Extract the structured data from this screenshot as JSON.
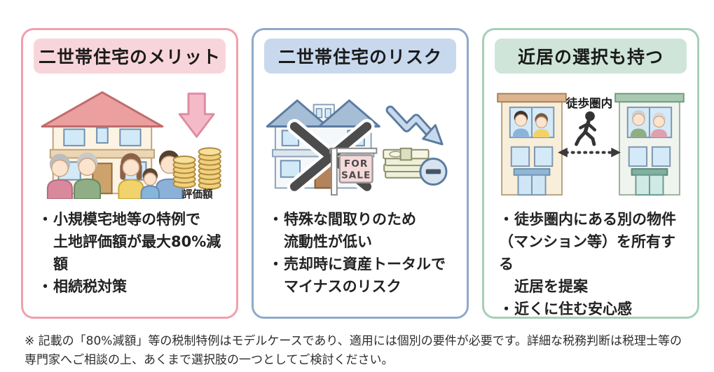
{
  "bullet_marker": "・",
  "panels": [
    {
      "title": "二世帯住宅のメリット",
      "colors": {
        "border": "#f0a0ac",
        "header_bg": "#f8d5da"
      },
      "illustration": {
        "icon": "family-house-valuation-down-coins",
        "coin_label": "評価額"
      },
      "bullets": [
        [
          "小規模宅地等の特例で",
          "土地評価額が最大80%減額"
        ],
        [
          "相続税対策"
        ]
      ]
    },
    {
      "title": "二世帯住宅のリスク",
      "colors": {
        "border": "#8fa9cb",
        "header_bg": "#c8d9ee"
      },
      "illustration": {
        "icon": "crossed-out-house-for-sale-money-loss",
        "sale_sign_line1": "FOR",
        "sale_sign_line2": "SALE"
      },
      "bullets": [
        [
          "特殊な間取りのため",
          "流動性が低い"
        ],
        [
          "売却時に資産トータルで",
          "マイナスのリスク"
        ]
      ]
    },
    {
      "title": "近居の選択も持つ",
      "colors": {
        "border": "#a6cfb9",
        "header_bg": "#cfe5d9"
      },
      "illustration": {
        "icon": "two-buildings-walking-distance",
        "distance_label": "徒歩圏内"
      },
      "bullets": [
        [
          "徒歩圏内にある別の物件",
          "（マンション等）を所有する",
          "近居を提案"
        ],
        [
          "近くに住む安心感"
        ]
      ]
    }
  ],
  "footnote": {
    "line1": "※ 記載の「80%減額」等の税制特例はモデルケースであり、適用には個別の要件が必要です。詳細な税務判断は税理士等の",
    "line2": "専門家へご相談の上、あくまで選択肢の一つとしてご検討ください。"
  }
}
